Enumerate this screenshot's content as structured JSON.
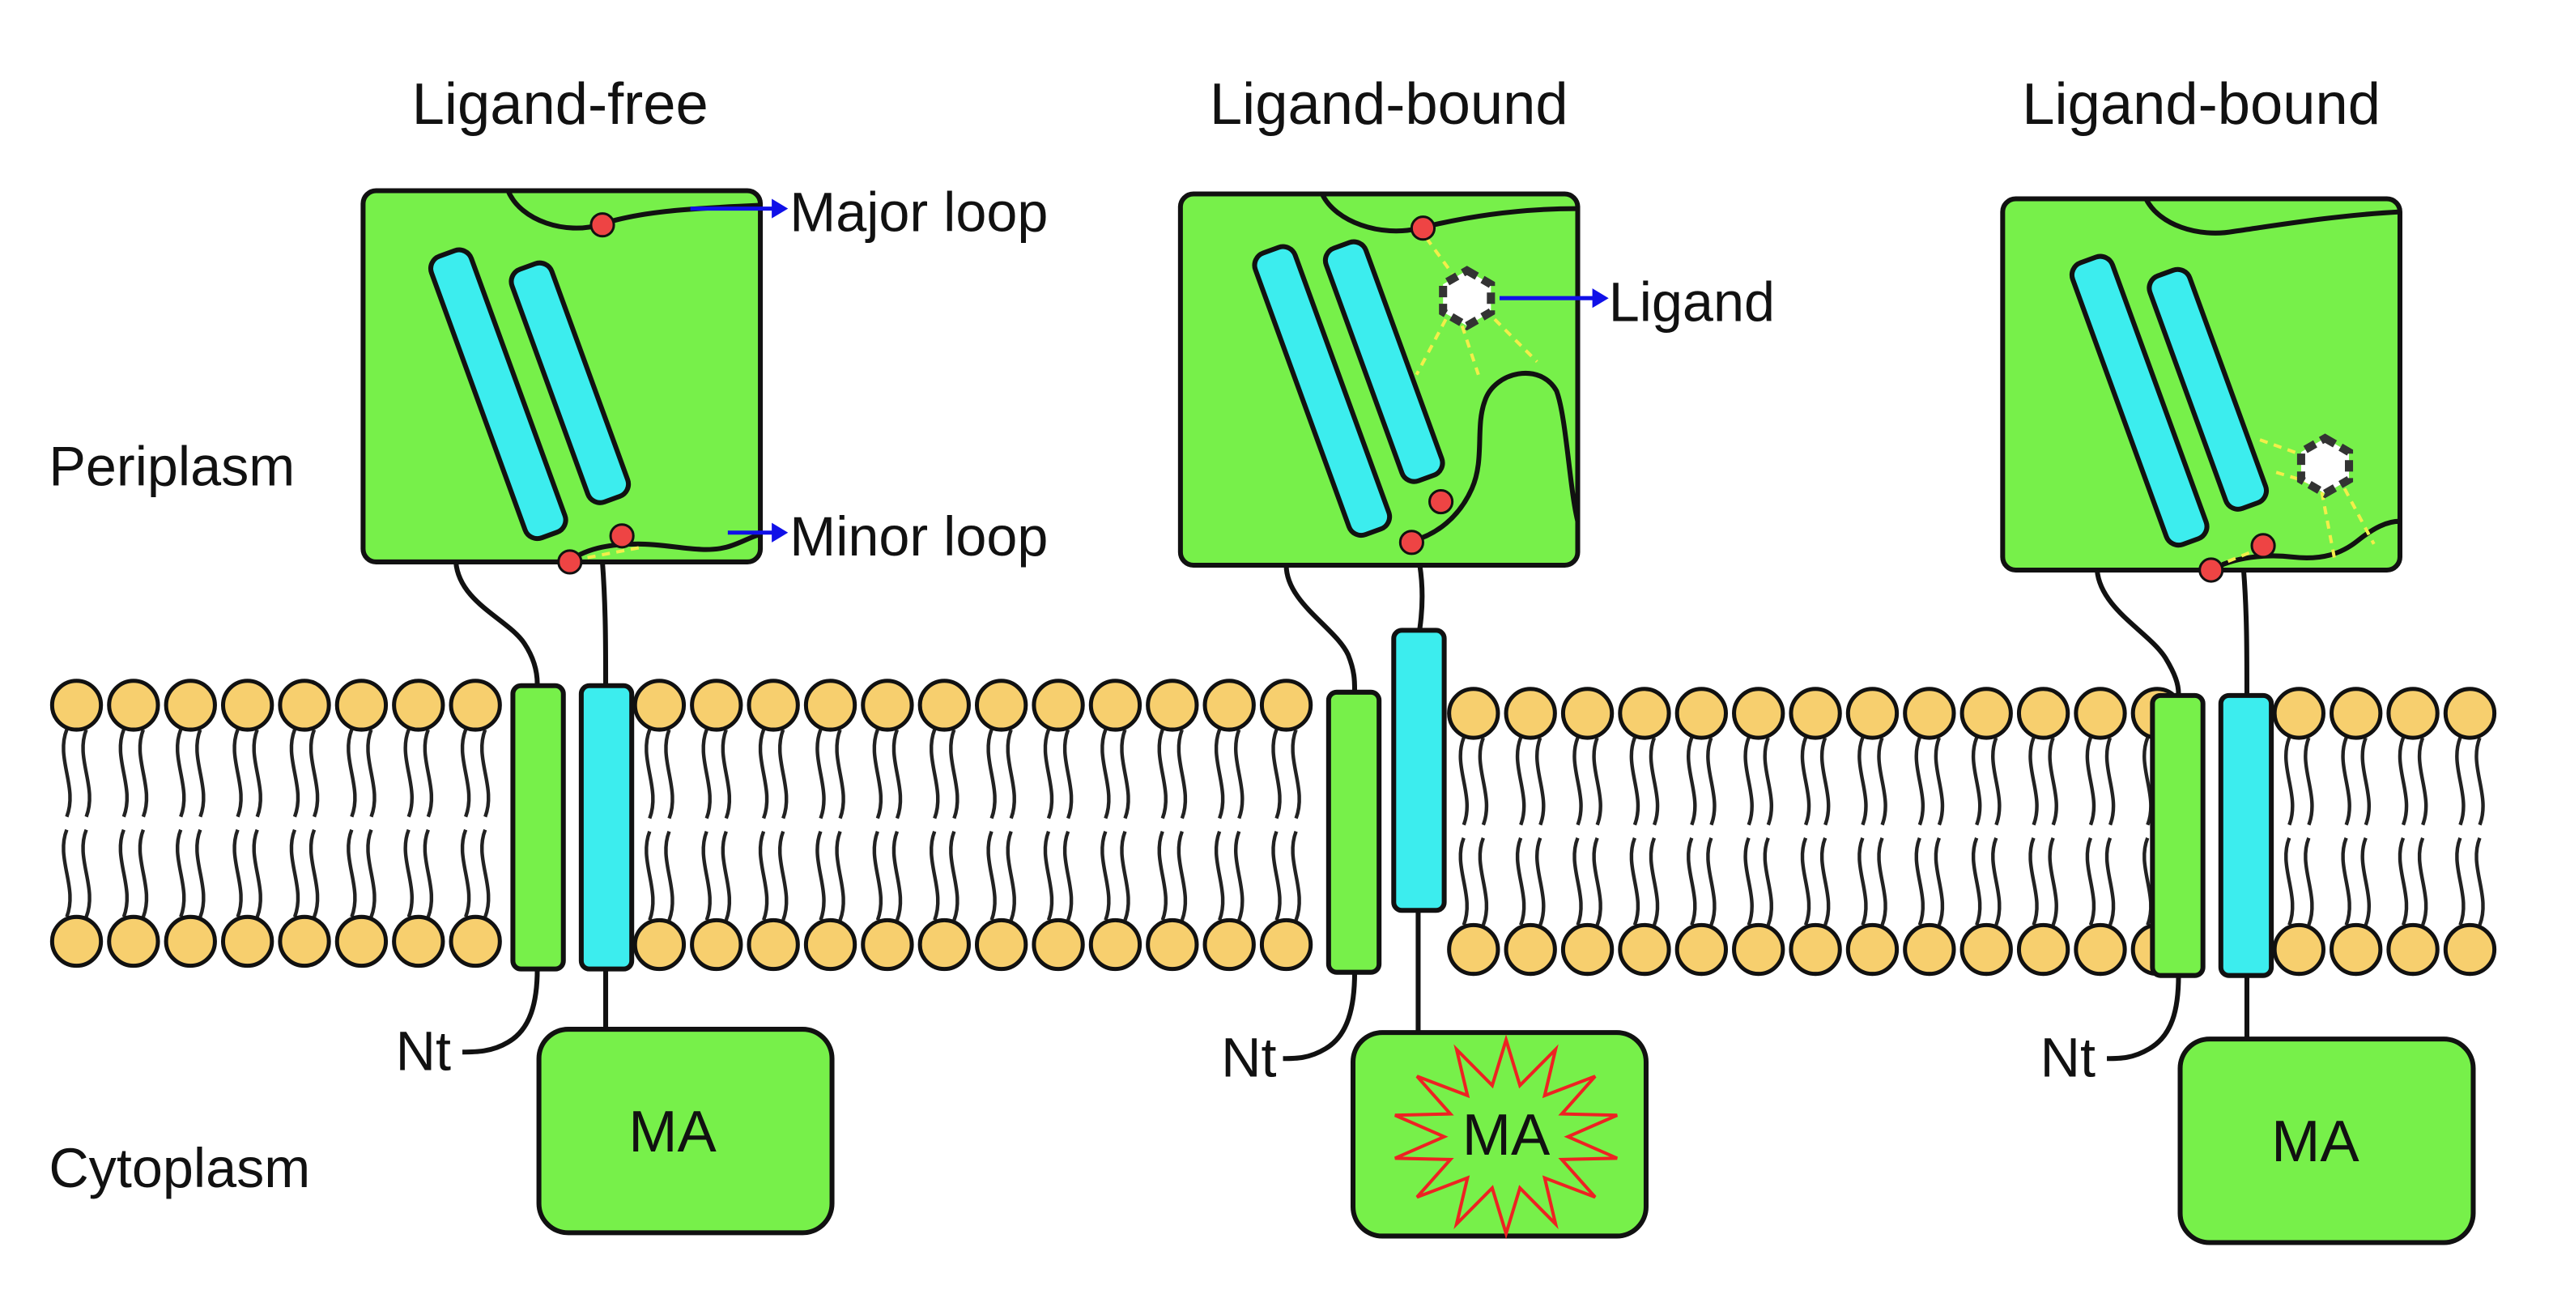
{
  "regions": {
    "top": "Periplasm",
    "bottom": "Cytoplasm"
  },
  "states": [
    {
      "title": "Ligand-free",
      "domain_label": "MA",
      "terminus_label": "Nt",
      "ligand_bound": false,
      "ma_activated": false,
      "callouts": {
        "major": "Major loop",
        "minor": "Minor loop"
      }
    },
    {
      "title": "Ligand-bound",
      "domain_label": "MA",
      "terminus_label": "Nt",
      "ligand_bound": true,
      "ma_activated": true,
      "callouts": {
        "ligand": "Ligand"
      }
    },
    {
      "title": "Ligand-bound",
      "domain_label": "MA",
      "terminus_label": "Nt",
      "ligand_bound": true,
      "ma_activated": false,
      "callouts": {}
    }
  ],
  "colors": {
    "domain_green": "#77F04A",
    "helix_cyan": "#3CEDEE",
    "lipid_head": "#F7CF6E",
    "loop_residue_red": "#EE4444",
    "arrow_blue": "#1010E8",
    "activation_star_red": "#EE2222",
    "contact_yellow": "#F2EE4A",
    "outline": "#111111"
  }
}
